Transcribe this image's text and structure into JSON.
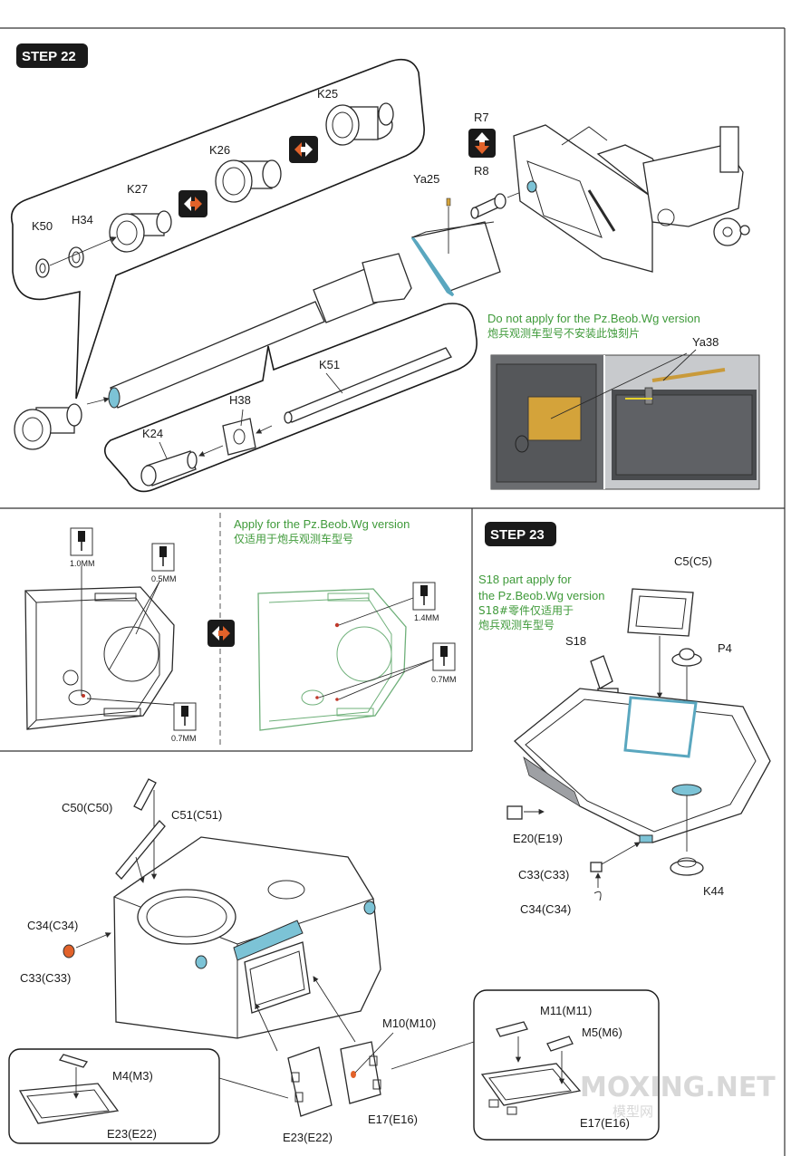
{
  "steps": {
    "step22": {
      "title": "STEP 22"
    },
    "step23": {
      "title": "STEP 23"
    }
  },
  "parts22": {
    "k25": "K25",
    "k26": "K26",
    "k27": "K27",
    "h34": "H34",
    "k50": "K50",
    "r7": "R7",
    "r8": "R8",
    "ya25": "Ya25",
    "k51": "K51",
    "h38": "H38",
    "k24": "K24",
    "ya38": "Ya38"
  },
  "notes": {
    "pzbeob_no_en": "Do not apply for the Pz.Beob.Wg version",
    "pzbeob_no_cn": "炮兵观测车型号不安装此蚀刻片",
    "apply_en": "Apply for the Pz.Beob.Wg version",
    "apply_cn": "仅适用于炮兵观测车型号",
    "s18_line1": "S18 part apply for",
    "s18_line2": "the Pz.Beob.Wg version",
    "s18_cn1": "S18#零件仅适用于",
    "s18_cn2": "炮兵观测车型号"
  },
  "drills": {
    "d1": "1.0MM",
    "d2": "0.5MM",
    "d3": "0.7MM",
    "d4": "1.4MM",
    "d5": "0.7MM"
  },
  "parts23": {
    "c5": "C5(C5)",
    "s18": "S18",
    "p4": "P4",
    "e20": "E20(E19)",
    "c33r": "C33(C33)",
    "c34r": "C34(C34)",
    "k44": "K44",
    "c50": "C50(C50)",
    "c51": "C51(C51)",
    "c34l": "C34(C34)",
    "c33l": "C33(C33)",
    "m10": "M10(M10)",
    "m11": "M11(M11)",
    "m5": "M5(M6)",
    "m4": "M4(M3)",
    "e23a": "E23(E22)",
    "e23b": "E23(E22)",
    "e17a": "E17(E16)",
    "e17b": "E17(E16)"
  },
  "watermark": {
    "main": "MOXING.NET",
    "sub": "模型网"
  },
  "colors": {
    "accent_blue": "#7cc3d6",
    "note_green": "#3f9a3a",
    "swap_orange": "#e2622a",
    "photo_etch": "#d4a33a"
  }
}
